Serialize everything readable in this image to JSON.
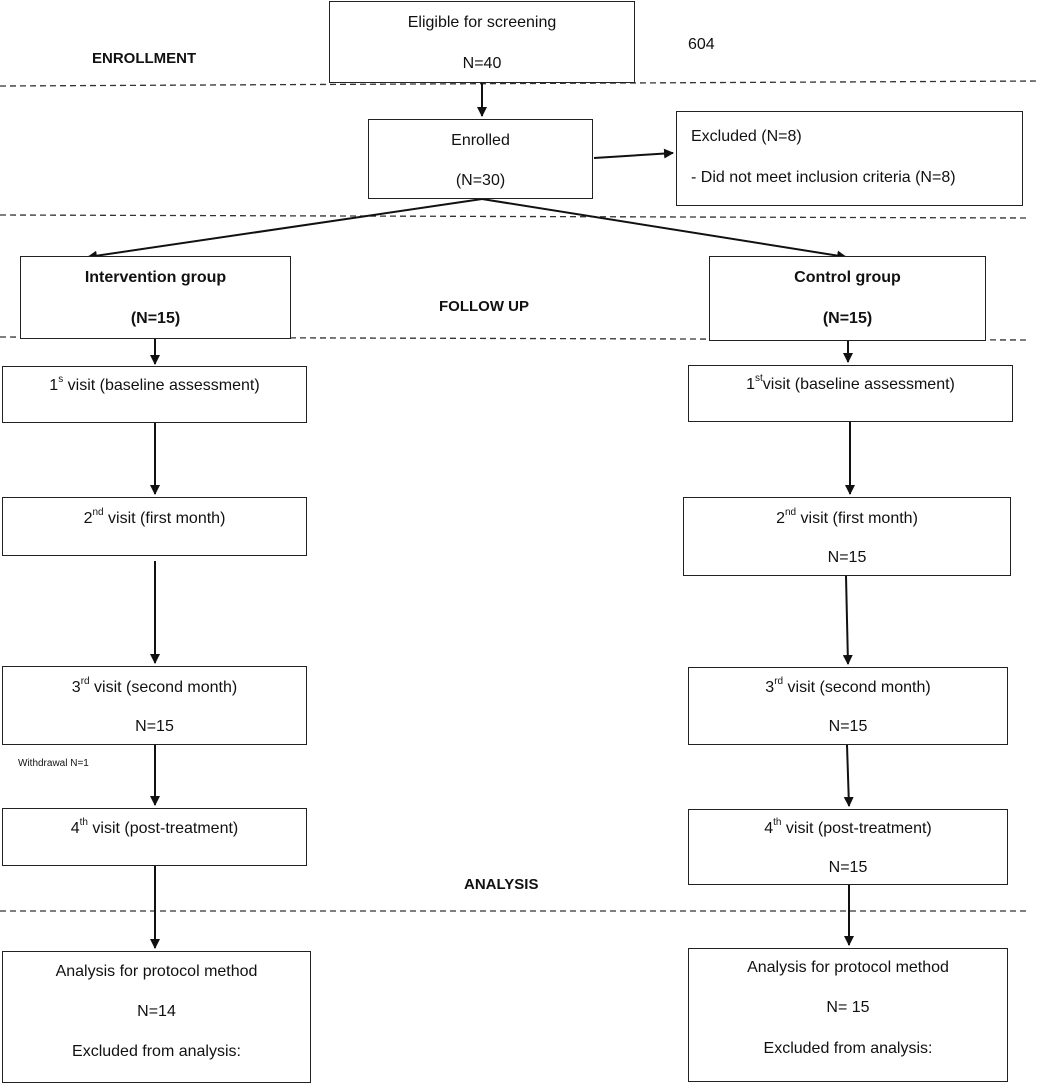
{
  "page_number": "604",
  "sections": {
    "enrollment": "ENROLLMENT",
    "follow_up": "FOLLOW UP",
    "analysis": "ANALYSIS"
  },
  "top": {
    "eligible_title": "Eligible for screening",
    "eligible_n": "N=40",
    "enrolled_title": "Enrolled",
    "enrolled_n": "(N=30)",
    "excluded_title": "Excluded (N=8)",
    "excluded_reason": "- Did not meet inclusion criteria (N=8)"
  },
  "intervention": {
    "group_title": "Intervention group",
    "group_n": "(N=15)",
    "visit1_ord": "1",
    "visit1_sup": "s",
    "visit1_text": " visit (baseline assessment)",
    "visit2_ord": "2",
    "visit2_sup": "nd",
    "visit2_text": " visit (first month)",
    "visit3_ord": "3",
    "visit3_sup": "rd",
    "visit3_text": " visit (second month)",
    "visit3_n": "N=15",
    "withdrawal": "Withdrawal N=1",
    "visit4_ord": "4",
    "visit4_sup": "th",
    "visit4_text": " visit (post-treatment)",
    "analysis_title": "Analysis for protocol method",
    "analysis_n": "N=14",
    "analysis_excluded": "Excluded from analysis:"
  },
  "control": {
    "group_title": "Control group",
    "group_n": "(N=15)",
    "visit1_ord": "1",
    "visit1_sup": "st",
    "visit1_text": "visit (baseline assessment)",
    "visit2_ord": "2",
    "visit2_sup": "nd",
    "visit2_text": " visit (first month)",
    "visit2_n": "N=15",
    "visit3_ord": "3",
    "visit3_sup": "rd",
    "visit3_text": " visit (second month)",
    "visit3_n": "N=15",
    "visit4_ord": "4",
    "visit4_sup": "th",
    "visit4_text": " visit (post-treatment)",
    "visit4_n": "N=15",
    "analysis_title": "Analysis for protocol method",
    "analysis_n": "N= 15",
    "analysis_excluded": "Excluded from analysis:"
  }
}
